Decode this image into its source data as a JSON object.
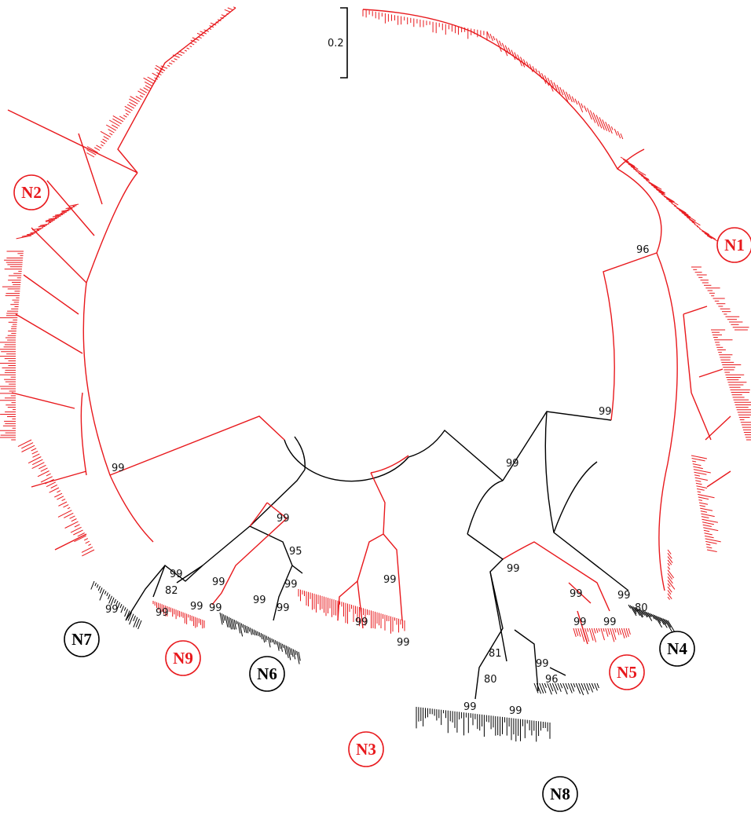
{
  "colors": {
    "red": "#e8191d",
    "black": "#000000",
    "background": "#ffffff"
  },
  "scale_bar": {
    "label": "0.2"
  },
  "clades": [
    {
      "id": "N1",
      "label": "N1",
      "color": "red"
    },
    {
      "id": "N2",
      "label": "N2",
      "color": "red"
    },
    {
      "id": "N3",
      "label": "N3",
      "color": "red"
    },
    {
      "id": "N4",
      "label": "N4",
      "color": "black"
    },
    {
      "id": "N5",
      "label": "N5",
      "color": "red"
    },
    {
      "id": "N6",
      "label": "N6",
      "color": "black"
    },
    {
      "id": "N7",
      "label": "N7",
      "color": "black"
    },
    {
      "id": "N8",
      "label": "N8",
      "color": "black"
    },
    {
      "id": "N9",
      "label": "N9",
      "color": "red"
    }
  ],
  "bootstrap_values": [
    "96",
    "99",
    "99",
    "99",
    "99",
    "95",
    "99",
    "82",
    "99",
    "99",
    "99",
    "99",
    "99",
    "99",
    "99",
    "99",
    "99",
    "99",
    "99",
    "99",
    "99",
    "99",
    "80",
    "99",
    "99",
    "81",
    "99",
    "96",
    "80",
    "99",
    "99"
  ]
}
